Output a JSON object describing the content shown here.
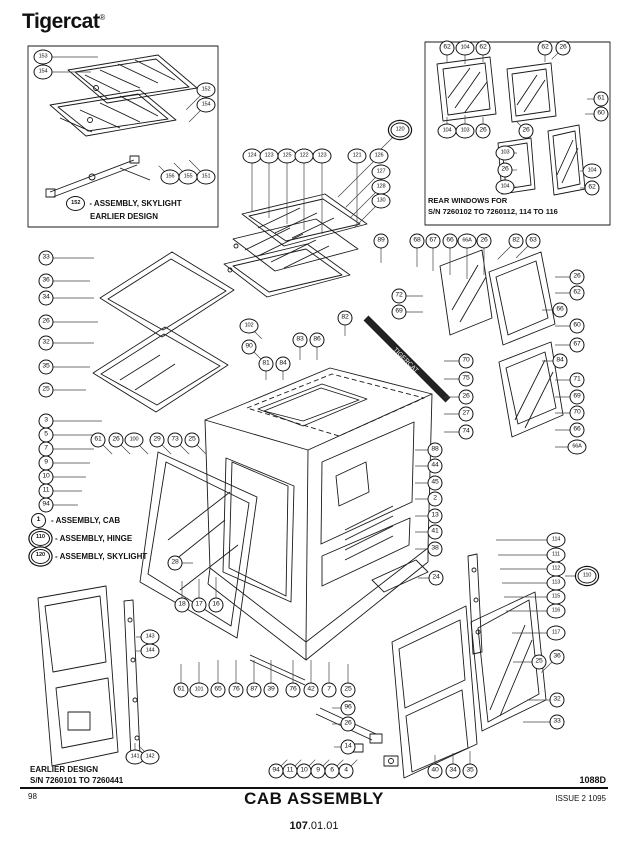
{
  "brand": {
    "logo": "Tigercat",
    "reg": "®"
  },
  "drawing": {
    "decal_text": "TIGERCAT"
  },
  "insets": {
    "skylight_early": {
      "callout": "152",
      "label": "- ASSEMBLY, SKYLIGHT",
      "label2": "EARLIER DESIGN"
    },
    "rear_windows": {
      "line1": "REAR WINDOWS FOR",
      "line2": "S/N 7260102 TO 7260112, 114 TO 116"
    },
    "earlier_design": {
      "line1": "EARLIER DESIGN",
      "line2": "S/N 7260101 TO 7260441"
    }
  },
  "legend": {
    "items": [
      {
        "num": "1",
        "double": false,
        "text": "- ASSEMBLY, CAB"
      },
      {
        "num": "110",
        "double": true,
        "text": "- ASSEMBLY, HINGE"
      },
      {
        "num": "120",
        "double": true,
        "text": "- ASSEMBLY, SKYLIGHT"
      }
    ]
  },
  "footer": {
    "doc_code": "1088D",
    "page_left": "98",
    "title": "CAB ASSEMBLY",
    "issue": "ISSUE 2 1095",
    "page_bold": "107",
    "page_rest": ".01.01"
  },
  "colors": {
    "ink": "#1a1a1a"
  },
  "callout_fields": [
    "number",
    "x",
    "y",
    "leader_dir",
    "leader_len",
    "double_circle"
  ],
  "callouts": [
    [
      "153",
      43,
      57,
      "r",
      55
    ],
    [
      "154",
      43,
      72,
      "r",
      48
    ],
    [
      "152",
      206,
      90,
      "dl",
      28
    ],
    [
      "154",
      206,
      105,
      "dl",
      24
    ],
    [
      "156",
      170,
      177,
      "ul",
      16
    ],
    [
      "155",
      188,
      177,
      "ul",
      20
    ],
    [
      "151",
      206,
      177,
      "ul",
      24
    ],
    [
      "62",
      447,
      48,
      "d",
      14
    ],
    [
      "104",
      465,
      48,
      "d",
      16
    ],
    [
      "62",
      483,
      48,
      "d",
      14
    ],
    [
      "62",
      545,
      48,
      "d",
      14
    ],
    [
      "26",
      563,
      48,
      "dl",
      16
    ],
    [
      "61",
      601,
      99,
      "l",
      14
    ],
    [
      "60",
      601,
      114,
      "l",
      16
    ],
    [
      "104",
      447,
      131,
      "u",
      14
    ],
    [
      "103",
      465,
      131,
      "u",
      16
    ],
    [
      "26",
      483,
      131,
      "u",
      14
    ],
    [
      "26",
      526,
      131,
      "ul",
      14
    ],
    [
      "103",
      505,
      153,
      "r",
      12
    ],
    [
      "26",
      505,
      170,
      "r",
      12
    ],
    [
      "104",
      505,
      187,
      "r",
      12
    ],
    [
      "104",
      592,
      171,
      "l",
      12
    ],
    [
      "62",
      592,
      188,
      "l",
      12
    ],
    [
      "124",
      252,
      156,
      "d",
      56
    ],
    [
      "123",
      269,
      156,
      "d",
      62
    ],
    [
      "125",
      287,
      156,
      "d",
      68
    ],
    [
      "122",
      304,
      156,
      "d",
      74
    ],
    [
      "123",
      322,
      156,
      "d",
      78
    ],
    [
      "121",
      357,
      156,
      "d",
      70
    ],
    [
      "126",
      379,
      156,
      "dl",
      58
    ],
    [
      "127",
      381,
      172,
      "dl",
      50
    ],
    [
      "128",
      381,
      187,
      "dl",
      44
    ],
    [
      "130",
      381,
      201,
      "dl",
      38
    ],
    [
      "120",
      400,
      130,
      "dl",
      30,
      1
    ],
    [
      "89",
      381,
      241,
      "d",
      22
    ],
    [
      "68",
      417,
      241,
      "d",
      26
    ],
    [
      "67",
      433,
      241,
      "d",
      30
    ],
    [
      "66",
      450,
      241,
      "d",
      34
    ],
    [
      "66A",
      467,
      241,
      "d",
      38
    ],
    [
      "26",
      484,
      241,
      "d",
      34
    ],
    [
      "82",
      516,
      241,
      "dl",
      26
    ],
    [
      "63",
      533,
      241,
      "dl",
      24
    ],
    [
      "26",
      577,
      277,
      "l",
      22
    ],
    [
      "62",
      577,
      293,
      "l",
      22
    ],
    [
      "66",
      560,
      310,
      "l",
      18
    ],
    [
      "60",
      577,
      326,
      "l",
      22
    ],
    [
      "67",
      577,
      345,
      "l",
      22
    ],
    [
      "84",
      560,
      361,
      "l",
      18
    ],
    [
      "71",
      577,
      380,
      "l",
      22
    ],
    [
      "69",
      577,
      397,
      "l",
      22
    ],
    [
      "70",
      577,
      413,
      "l",
      22
    ],
    [
      "66",
      577,
      430,
      "l",
      22
    ],
    [
      "66A",
      577,
      447,
      "l",
      22
    ],
    [
      "72",
      399,
      296,
      "r",
      24
    ],
    [
      "69",
      399,
      312,
      "r",
      24
    ],
    [
      "102",
      249,
      326,
      "dr",
      18
    ],
    [
      "90",
      249,
      347,
      "dr",
      18
    ],
    [
      "81",
      266,
      364,
      "d",
      16
    ],
    [
      "84",
      283,
      364,
      "d",
      16
    ],
    [
      "83",
      300,
      340,
      "d",
      20
    ],
    [
      "86",
      317,
      340,
      "d",
      20
    ],
    [
      "82",
      345,
      318,
      "d",
      18
    ],
    [
      "70",
      466,
      361,
      "l",
      22
    ],
    [
      "75",
      466,
      379,
      "l",
      22
    ],
    [
      "26",
      466,
      397,
      "l",
      22
    ],
    [
      "27",
      466,
      414,
      "l",
      22
    ],
    [
      "74",
      466,
      432,
      "l",
      22
    ],
    [
      "88",
      435,
      450,
      "l",
      20
    ],
    [
      "44",
      435,
      466,
      "l",
      20
    ],
    [
      "45",
      435,
      483,
      "l",
      20
    ],
    [
      "2",
      435,
      499,
      "l",
      20
    ],
    [
      "13",
      435,
      516,
      "l",
      20
    ],
    [
      "41",
      435,
      532,
      "l",
      20
    ],
    [
      "38",
      435,
      549,
      "l",
      20
    ],
    [
      "24",
      436,
      578,
      "l",
      18
    ],
    [
      "33",
      46,
      258,
      "r",
      48
    ],
    [
      "36",
      46,
      281,
      "r",
      44
    ],
    [
      "34",
      46,
      298,
      "r",
      48
    ],
    [
      "26",
      46,
      322,
      "r",
      52
    ],
    [
      "32",
      46,
      343,
      "r",
      48
    ],
    [
      "35",
      46,
      367,
      "r",
      44
    ],
    [
      "25",
      46,
      390,
      "r",
      40
    ],
    [
      "3",
      46,
      421,
      "r",
      56
    ],
    [
      "5",
      46,
      435,
      "r",
      52
    ],
    [
      "7",
      46,
      449,
      "r",
      48
    ],
    [
      "9",
      46,
      463,
      "r",
      44
    ],
    [
      "10",
      46,
      477,
      "r",
      40
    ],
    [
      "11",
      46,
      491,
      "r",
      36
    ],
    [
      "94",
      46,
      505,
      "r",
      32
    ],
    [
      "61",
      98,
      440,
      "dr",
      20
    ],
    [
      "26",
      116,
      440,
      "dr",
      20
    ],
    [
      "100",
      134,
      440,
      "dr",
      20
    ],
    [
      "29",
      157,
      440,
      "dr",
      20
    ],
    [
      "73",
      175,
      440,
      "dr",
      20
    ],
    [
      "25",
      192,
      440,
      "dr",
      20
    ],
    [
      "28",
      175,
      563,
      "r",
      18
    ],
    [
      "18",
      182,
      605,
      "u",
      24
    ],
    [
      "17",
      199,
      605,
      "u",
      26
    ],
    [
      "16",
      216,
      605,
      "u",
      28
    ],
    [
      "61",
      181,
      690,
      "u",
      26
    ],
    [
      "101",
      199,
      690,
      "u",
      28
    ],
    [
      "65",
      218,
      690,
      "u",
      30
    ],
    [
      "76",
      236,
      690,
      "u",
      30
    ],
    [
      "87",
      254,
      690,
      "u",
      30
    ],
    [
      "39",
      271,
      690,
      "u",
      30
    ],
    [
      "76",
      293,
      690,
      "u",
      30
    ],
    [
      "42",
      311,
      690,
      "u",
      30
    ],
    [
      "7",
      329,
      690,
      "u",
      28
    ],
    [
      "25",
      348,
      690,
      "u",
      26
    ],
    [
      "96",
      348,
      708,
      "l",
      16
    ],
    [
      "26",
      348,
      724,
      "l",
      16
    ],
    [
      "14",
      348,
      747,
      "l",
      14
    ],
    [
      "94",
      276,
      771,
      "ur",
      16
    ],
    [
      "11",
      290,
      771,
      "ur",
      16
    ],
    [
      "10",
      304,
      771,
      "ur",
      16
    ],
    [
      "9",
      318,
      771,
      "ur",
      16
    ],
    [
      "6",
      332,
      771,
      "ur",
      16
    ],
    [
      "4",
      346,
      771,
      "ur",
      16
    ],
    [
      "40",
      435,
      771,
      "u",
      16
    ],
    [
      "34",
      453,
      771,
      "u",
      18
    ],
    [
      "35",
      470,
      771,
      "u",
      20
    ],
    [
      "114",
      556,
      540,
      "l",
      60
    ],
    [
      "111",
      556,
      555,
      "l",
      58
    ],
    [
      "112",
      556,
      569,
      "l",
      56
    ],
    [
      "113",
      556,
      583,
      "l",
      54
    ],
    [
      "115",
      556,
      597,
      "l",
      52
    ],
    [
      "116",
      556,
      611,
      "l",
      50
    ],
    [
      "110",
      587,
      576,
      "l",
      22,
      1
    ],
    [
      "117",
      556,
      633,
      "l",
      44
    ],
    [
      "25",
      539,
      662,
      "l",
      26
    ],
    [
      "36",
      557,
      657,
      "dl",
      22
    ],
    [
      "32",
      557,
      700,
      "l",
      30
    ],
    [
      "33",
      557,
      722,
      "l",
      34
    ],
    [
      "143",
      150,
      637,
      "l",
      14
    ],
    [
      "144",
      150,
      651,
      "l",
      14
    ],
    [
      "141",
      135,
      757,
      "u",
      14
    ],
    [
      "142",
      150,
      757,
      "ul",
      16
    ]
  ]
}
